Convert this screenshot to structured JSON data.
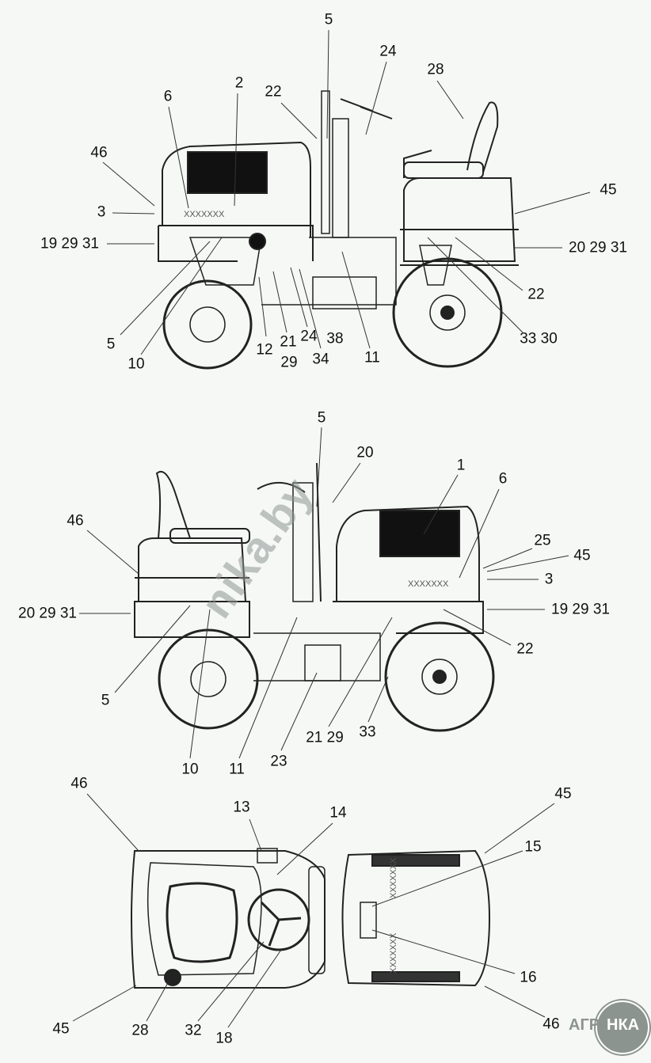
{
  "title": "Roller decal / label placement diagram",
  "views": [
    {
      "name": "left-side-view",
      "callouts": [
        "5",
        "24",
        "28",
        "22",
        "2",
        "6",
        "46",
        "45",
        "3",
        "19 29 31",
        "20 29 31",
        "22",
        "5",
        "10",
        "12",
        "21",
        "29",
        "24",
        "34",
        "38",
        "11",
        "33 30"
      ]
    },
    {
      "name": "right-side-view",
      "callouts": [
        "5",
        "20",
        "1",
        "6",
        "46",
        "25",
        "45",
        "3",
        "20 29 31",
        "19 29 31",
        "22",
        "5",
        "10",
        "11",
        "23",
        "21 29",
        "33"
      ]
    },
    {
      "name": "top-view",
      "callouts": [
        "46",
        "13",
        "14",
        "45",
        "15",
        "16",
        "45",
        "28",
        "32",
        "18",
        "46"
      ]
    }
  ],
  "decal_text": "XXXXXXX",
  "watermark": "nika.by",
  "logo": {
    "left": "АГРО",
    "right": "НКА"
  },
  "colors": {
    "line": "#222222",
    "background": "#f5f8f5",
    "watermark": "#8c948f"
  }
}
